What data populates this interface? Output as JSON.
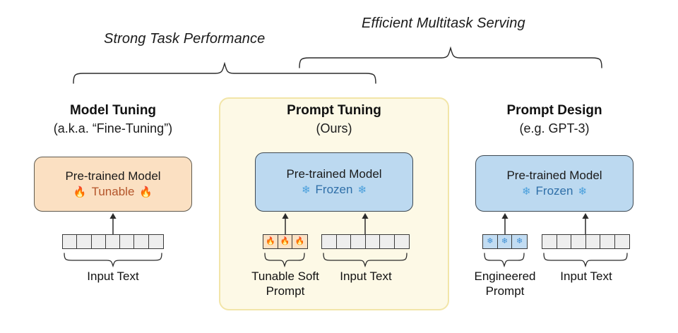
{
  "figure": {
    "background": "#ffffff",
    "highlight_panel": {
      "name": "prompt-tuning-highlight",
      "fill": "#fdf9e6",
      "stroke": "#f2e5a8"
    },
    "annotations": [
      {
        "id": "strong-task-performance",
        "label": "Strong Task Performance"
      },
      {
        "id": "efficient-multitask-serving",
        "label": "Efficient Multitask Serving"
      }
    ],
    "columns": [
      {
        "id": "model-tuning",
        "title": "Model Tuning",
        "subtitle": "(a.k.a. “Fine-Tuning”)",
        "model_box": {
          "name": "Pre-trained Model",
          "state": "Tunable",
          "state_icon": "flame-icon",
          "state_icon_glyph": "🔥",
          "fill": "#fbe0c2",
          "stroke": "#5f5a4e",
          "state_color": "#b4552a"
        },
        "token_groups": [
          {
            "id": "input-text",
            "caption": "Input Text",
            "cells": 7,
            "cell_type": "plain",
            "cell_glyph": "",
            "cell_fill": "#eeeeee"
          }
        ]
      },
      {
        "id": "prompt-tuning",
        "title": "Prompt Tuning",
        "subtitle": "(Ours)",
        "model_box": {
          "name": "Pre-trained Model",
          "state": "Frozen",
          "state_icon": "snowflake-icon",
          "state_icon_glyph": "❄",
          "fill": "#bcd9f0",
          "stroke": "#3d4852",
          "state_color": "#2f6fa8"
        },
        "token_groups": [
          {
            "id": "tunable-soft-prompt",
            "caption": "Tunable Soft\nPrompt",
            "caption_line1": "Tunable Soft",
            "caption_line2": "Prompt",
            "cells": 3,
            "cell_type": "flame",
            "cell_glyph": "🔥",
            "cell_fill": "#fbe2c4"
          },
          {
            "id": "input-text",
            "caption": "Input Text",
            "caption_line1": "Input Text",
            "caption_line2": "",
            "cells": 6,
            "cell_type": "plain",
            "cell_glyph": "",
            "cell_fill": "#eeeeee"
          }
        ]
      },
      {
        "id": "prompt-design",
        "title": "Prompt Design",
        "subtitle": "(e.g. GPT-3)",
        "model_box": {
          "name": "Pre-trained Model",
          "state": "Frozen",
          "state_icon": "snowflake-icon",
          "state_icon_glyph": "❄",
          "fill": "#bcd9f0",
          "stroke": "#3d4852",
          "state_color": "#2f6fa8"
        },
        "token_groups": [
          {
            "id": "engineered-prompt",
            "caption": "Engineered\nPrompt",
            "caption_line1": "Engineered",
            "caption_line2": "Prompt",
            "cells": 3,
            "cell_type": "snow",
            "cell_glyph": "❄",
            "cell_fill": "#c2dcf2"
          },
          {
            "id": "input-text",
            "caption": "Input Text",
            "caption_line1": "Input Text",
            "caption_line2": "",
            "cells": 6,
            "cell_type": "plain",
            "cell_glyph": "",
            "cell_fill": "#eeeeee"
          }
        ]
      }
    ]
  }
}
